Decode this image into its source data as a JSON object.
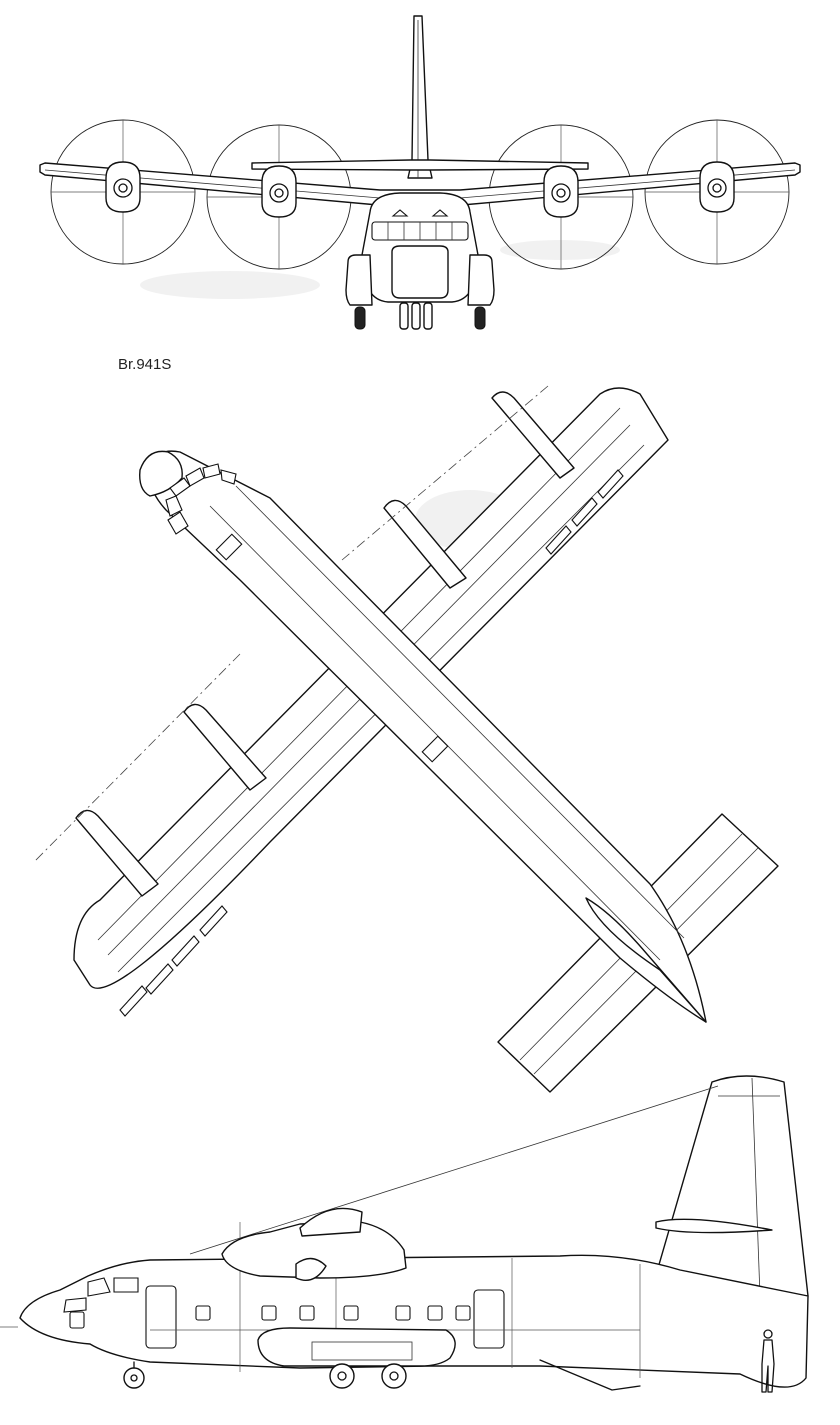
{
  "drawing": {
    "aircraft_label": "Br.941S",
    "views": [
      "front",
      "top",
      "side"
    ]
  }
}
